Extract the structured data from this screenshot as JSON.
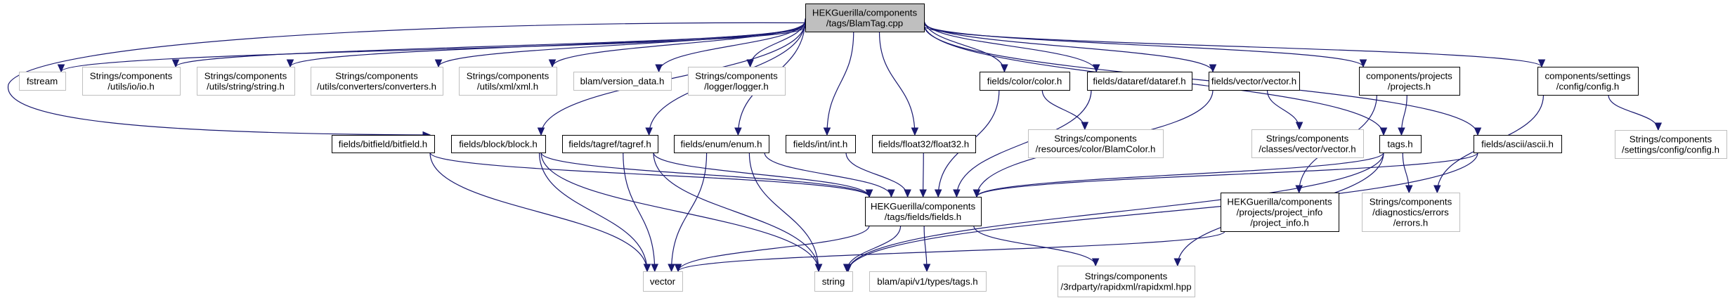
{
  "title": "Include dependency graph for HEKGuerilla/components/tags/BlamTag.cpp",
  "colors": {
    "edge": "#191970",
    "root_fill": "#bfbfbf",
    "documented_border": "#000000",
    "external_border": "#bfbfbf"
  },
  "nodes": [
    {
      "id": "root",
      "kind": "root",
      "lines": [
        "HEKGuerilla/components",
        "/tags/BlamTag.cpp"
      ]
    },
    {
      "id": "fstream",
      "kind": "ext",
      "lines": [
        "fstream"
      ]
    },
    {
      "id": "io",
      "kind": "ext",
      "lines": [
        "Strings/components",
        "/utils/io/io.h"
      ]
    },
    {
      "id": "string_h",
      "kind": "ext",
      "lines": [
        "Strings/components",
        "/utils/string/string.h"
      ]
    },
    {
      "id": "converters",
      "kind": "ext",
      "lines": [
        "Strings/components",
        "/utils/converters/converters.h"
      ]
    },
    {
      "id": "xml",
      "kind": "ext",
      "lines": [
        "Strings/components",
        "/utils/xml/xml.h"
      ]
    },
    {
      "id": "version_data",
      "kind": "ext",
      "lines": [
        "blam/version_data.h"
      ]
    },
    {
      "id": "logger",
      "kind": "ext",
      "lines": [
        "Strings/components",
        "/logger/logger.h"
      ]
    },
    {
      "id": "color",
      "kind": "doc",
      "lines": [
        "fields/color/color.h"
      ]
    },
    {
      "id": "dataref",
      "kind": "doc",
      "lines": [
        "fields/dataref/dataref.h"
      ]
    },
    {
      "id": "fvector",
      "kind": "doc",
      "lines": [
        "fields/vector/vector.h"
      ]
    },
    {
      "id": "projects",
      "kind": "doc",
      "lines": [
        "components/projects",
        "/projects.h"
      ]
    },
    {
      "id": "config",
      "kind": "doc",
      "lines": [
        "components/settings",
        "/config/config.h"
      ]
    },
    {
      "id": "bitfield",
      "kind": "doc",
      "lines": [
        "fields/bitfield/bitfield.h"
      ]
    },
    {
      "id": "block",
      "kind": "doc",
      "lines": [
        "fields/block/block.h"
      ]
    },
    {
      "id": "tagref",
      "kind": "doc",
      "lines": [
        "fields/tagref/tagref.h"
      ]
    },
    {
      "id": "enum",
      "kind": "doc",
      "lines": [
        "fields/enum/enum.h"
      ]
    },
    {
      "id": "int",
      "kind": "doc",
      "lines": [
        "fields/int/int.h"
      ]
    },
    {
      "id": "float32",
      "kind": "doc",
      "lines": [
        "fields/float32/float32.h"
      ]
    },
    {
      "id": "blamcolor",
      "kind": "ext",
      "lines": [
        "Strings/components",
        "/resources/color/BlamColor.h"
      ]
    },
    {
      "id": "cvector",
      "kind": "ext",
      "lines": [
        "Strings/components",
        "/classes/vector/vector.h"
      ]
    },
    {
      "id": "tags",
      "kind": "doc",
      "lines": [
        "tags.h"
      ]
    },
    {
      "id": "ascii",
      "kind": "doc",
      "lines": [
        "fields/ascii/ascii.h"
      ]
    },
    {
      "id": "sconfig",
      "kind": "ext",
      "lines": [
        "Strings/components",
        "/settings/config/config.h"
      ]
    },
    {
      "id": "fields",
      "kind": "doc",
      "lines": [
        "HEKGuerilla/components",
        "/tags/fields/fields.h"
      ]
    },
    {
      "id": "project_info",
      "kind": "doc",
      "lines": [
        "HEKGuerilla/components",
        "/projects/project_info",
        "/project_info.h"
      ]
    },
    {
      "id": "errors",
      "kind": "ext",
      "lines": [
        "Strings/components",
        "/diagnostics/errors",
        "/errors.h"
      ]
    },
    {
      "id": "vector",
      "kind": "ext",
      "lines": [
        "vector"
      ]
    },
    {
      "id": "string",
      "kind": "ext",
      "lines": [
        "string"
      ]
    },
    {
      "id": "apitags",
      "kind": "ext",
      "lines": [
        "blam/api/v1/types/tags.h"
      ]
    },
    {
      "id": "rapidxml",
      "kind": "ext",
      "lines": [
        "Strings/components",
        "/3rdparty/rapidxml/rapidxml.hpp"
      ]
    }
  ],
  "edges": [
    [
      "root",
      "fstream"
    ],
    [
      "root",
      "io"
    ],
    [
      "root",
      "string_h"
    ],
    [
      "root",
      "converters"
    ],
    [
      "root",
      "xml"
    ],
    [
      "root",
      "version_data"
    ],
    [
      "root",
      "logger"
    ],
    [
      "root",
      "color"
    ],
    [
      "root",
      "dataref"
    ],
    [
      "root",
      "fvector"
    ],
    [
      "root",
      "projects"
    ],
    [
      "root",
      "config"
    ],
    [
      "root",
      "bitfield"
    ],
    [
      "root",
      "block"
    ],
    [
      "root",
      "tagref"
    ],
    [
      "root",
      "enum"
    ],
    [
      "root",
      "int"
    ],
    [
      "root",
      "float32"
    ],
    [
      "root",
      "tags"
    ],
    [
      "root",
      "ascii"
    ],
    [
      "color",
      "blamcolor"
    ],
    [
      "color",
      "fields"
    ],
    [
      "dataref",
      "fields"
    ],
    [
      "fvector",
      "cvector"
    ],
    [
      "fvector",
      "fields"
    ],
    [
      "projects",
      "tags"
    ],
    [
      "projects",
      "project_info"
    ],
    [
      "config",
      "sconfig"
    ],
    [
      "config",
      "errors"
    ],
    [
      "bitfield",
      "fields"
    ],
    [
      "bitfield",
      "vector"
    ],
    [
      "block",
      "fields"
    ],
    [
      "block",
      "vector"
    ],
    [
      "block",
      "string"
    ],
    [
      "tagref",
      "fields"
    ],
    [
      "tagref",
      "vector"
    ],
    [
      "tagref",
      "string"
    ],
    [
      "enum",
      "fields"
    ],
    [
      "enum",
      "vector"
    ],
    [
      "enum",
      "string"
    ],
    [
      "int",
      "fields"
    ],
    [
      "float32",
      "fields"
    ],
    [
      "tags",
      "fields"
    ],
    [
      "tags",
      "errors"
    ],
    [
      "tags",
      "string"
    ],
    [
      "tags",
      "rapidxml"
    ],
    [
      "ascii",
      "fields"
    ],
    [
      "ascii",
      "string"
    ],
    [
      "fields",
      "vector"
    ],
    [
      "fields",
      "string"
    ],
    [
      "fields",
      "apitags"
    ],
    [
      "fields",
      "rapidxml"
    ],
    [
      "project_info",
      "vector"
    ]
  ]
}
